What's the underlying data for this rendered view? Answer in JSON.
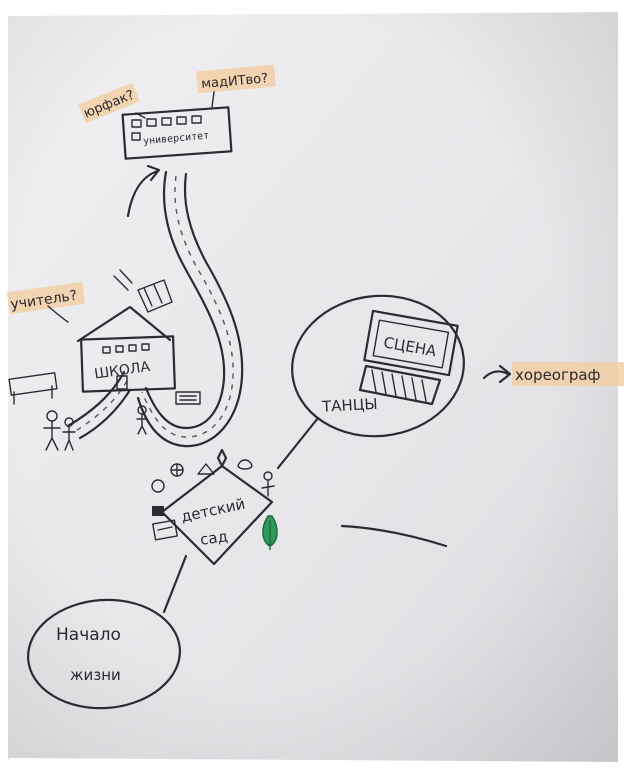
{
  "labels": {
    "law_faculty": "юрфак?",
    "master": "мадИТво?",
    "university": "университет",
    "teacher": "учитель?",
    "school": "ШКОЛА",
    "stage": "СЦЕНА",
    "dances": "ТАНЦЫ",
    "choreography": "хореограф",
    "kindergarten_1": "детский",
    "kindergarten_2": "сад",
    "life_start_1": "Начало",
    "life_start_2": "жизни"
  },
  "colors": {
    "paper": "#e9e9ec",
    "ink": "#2b2b33",
    "highlight": "#f3cfa6",
    "tree": "#2f9a58"
  }
}
